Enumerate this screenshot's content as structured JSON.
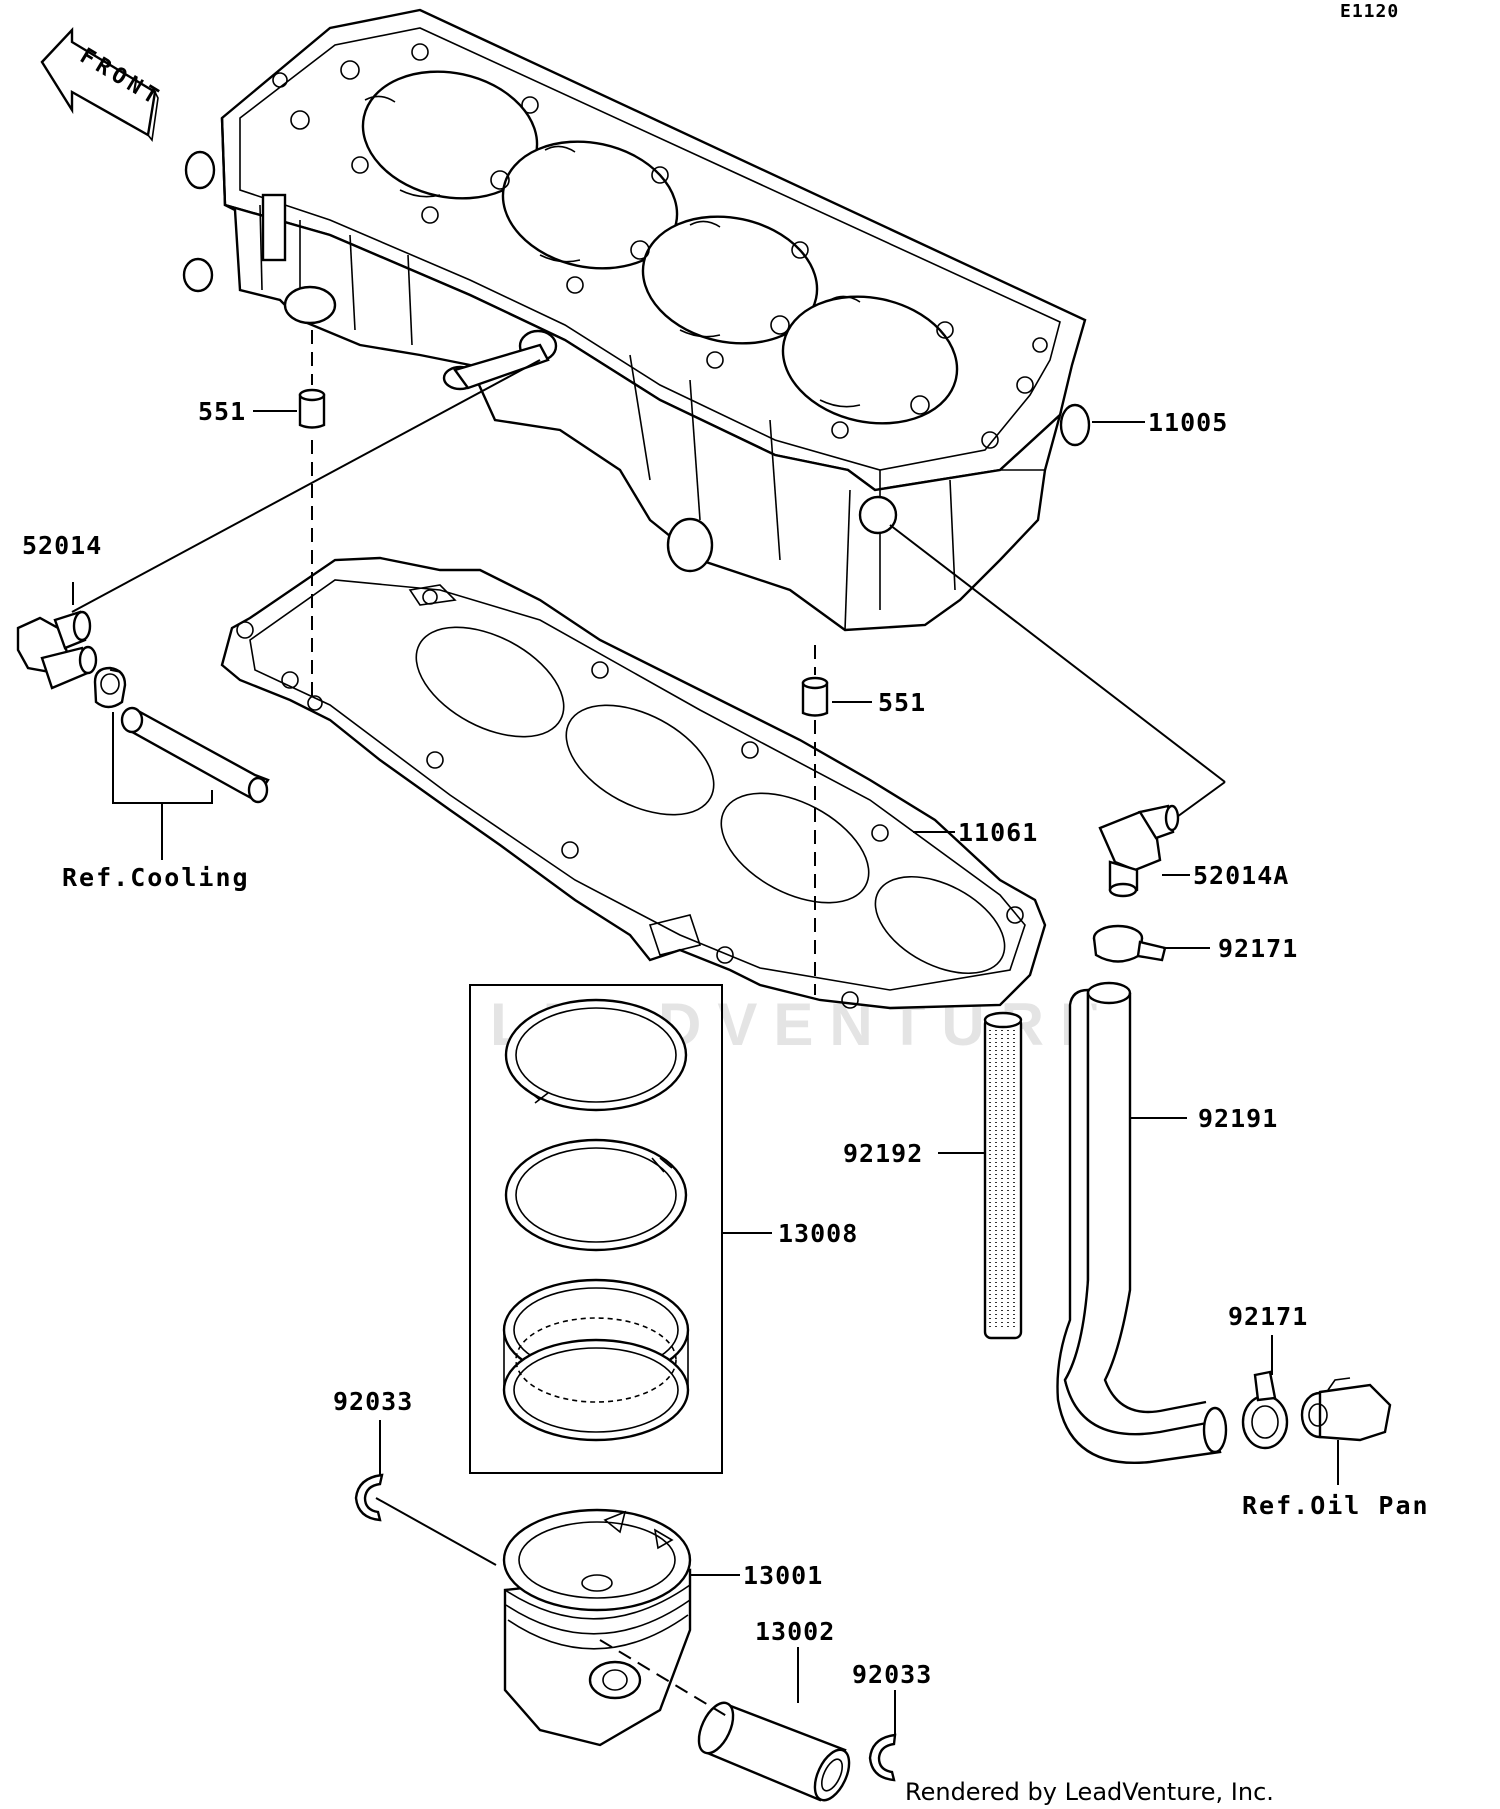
{
  "diagram_code": "E1120",
  "front_arrow_label": "FRONT",
  "watermark": "LEADVENTURE",
  "credit": "Rendered by LeadVenture, Inc.",
  "callouts": {
    "p11005": "11005",
    "p551_top": "551",
    "p551_mid": "551",
    "p52014": "52014",
    "p52014a": "52014A",
    "p11061": "11061",
    "p92171_top": "92171",
    "p92171_bottom": "92171",
    "p92191": "92191",
    "p92192": "92192",
    "p13008": "13008",
    "p92033_top": "92033",
    "p92033_bottom": "92033",
    "p13001": "13001",
    "p13002": "13002"
  },
  "references": {
    "cooling": "Ref.Cooling",
    "oil_pan": "Ref.Oil Pan"
  }
}
